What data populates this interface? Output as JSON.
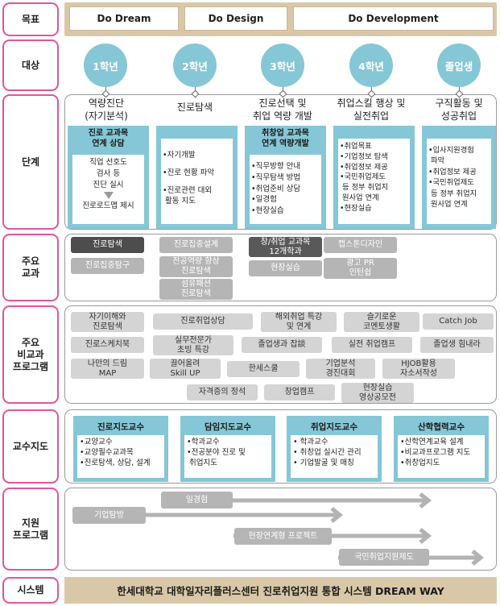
{
  "sides": {
    "goal": "목표",
    "target": "대상",
    "stage": "단계",
    "major": "주요\n교과",
    "nonmajor": "주요\n비교과\n프로그램",
    "faculty": "교수지도",
    "support": "지원\n프로그램",
    "system": "시스템"
  },
  "goals": [
    "Do Dream",
    "Do Design",
    "Do Development"
  ],
  "targets": [
    "1학년",
    "2학년",
    "3학년",
    "4학년",
    "졸업생"
  ],
  "stages": [
    "역량진단\n(자기분석)",
    "진로탐색",
    "진로선택 및\n취업 역량 개발",
    "취업스킬 행상 및\n실전취업",
    "구직활동 및\n성공취업"
  ],
  "cards": [
    {
      "head": "진로 교과목\n연계 상담",
      "lines": [
        "직업 선호도",
        "검사 등",
        "진단 실시",
        "진로로드맵 제시"
      ]
    },
    {
      "head": "",
      "lines": [
        "•자기개발",
        "",
        "•진로 현황 파악",
        "",
        "•진로관련 대외",
        " 활동 지도"
      ]
    },
    {
      "head": "취창업 교과목\n연계 역량개발",
      "lines": [
        "•직무방향 안내",
        "•직무탐색 방법",
        "•취업준비 상담",
        "•일경험",
        "•현장실습"
      ]
    },
    {
      "head": "",
      "lines": [
        "•취업목표",
        "•기업정보 탐색",
        "•취업정보 제공",
        "•국민취업제도",
        " 등 정부 취업지",
        " 원사업 연계",
        "•현장실습"
      ]
    },
    {
      "head": "",
      "lines": [
        "•입사지원경험",
        " 파악",
        "•취업정보 제공",
        "•국민취업제도",
        " 등 정부 취업지",
        " 원사업 연계"
      ]
    }
  ],
  "major_courses": [
    "진로탐색",
    "진로집중탐구",
    "진로집중설계",
    "전공역량 향상\n진로탐색",
    "섬유패션\n진로탐색",
    "창/취업 교과목\n12개학과",
    "현장실습",
    "캡스톤디자인",
    "광고 PR\n인턴쉽"
  ],
  "nonmajor_programs": [
    "자기이해와\n진로탐색",
    "진로취업상담",
    "해외취업 특강\n및 연계",
    "슬기로운\n코멘토생활",
    "Catch Job",
    "진로스케치북",
    "실무전문가\n초빙 특강",
    "졸업생과 잡談",
    "실전 취업캠프",
    "졸업생 힘내라",
    "나만의 드림\nMAP",
    "끌어올려\nSkill UP",
    "한세스쿨",
    "기업분석\n경진대회",
    "HJOB활용\n자소서작성",
    "자격증의 정석",
    "창업캠프",
    "현장실습\n영상공모전"
  ],
  "faculty": [
    {
      "head": "진로지도교수",
      "lines": [
        "•교양교수",
        "•교양필수교과목",
        "•진로탐색, 상담, 설계"
      ]
    },
    {
      "head": "담임지도교수",
      "lines": [
        "•학과교수",
        "•전공분야 진로 및",
        " 취업지도"
      ]
    },
    {
      "head": "취업지도교수",
      "lines": [
        "• 학과교수",
        "• 취창업 실시간 관리",
        "• 기업발굴 및 매칭"
      ]
    },
    {
      "head": "산학협력교수",
      "lines": [
        "•산학연계교육 설계",
        "•비교과프로그램 지도",
        "•취창업지도"
      ]
    }
  ],
  "support_programs": [
    "일경험",
    "기업탐방",
    "현장연계형 프로젝트",
    "국민취업지원제도"
  ],
  "system_text": "한세대학교 대학일자리플러스센터 진로취업지원 통합 시스템 DREAM WAY",
  "colors": {
    "accent_pink": "#e0569a",
    "teal": "#85c7d6",
    "sand": "#d9c8a8",
    "pill_gray": "#d4d4d4"
  }
}
